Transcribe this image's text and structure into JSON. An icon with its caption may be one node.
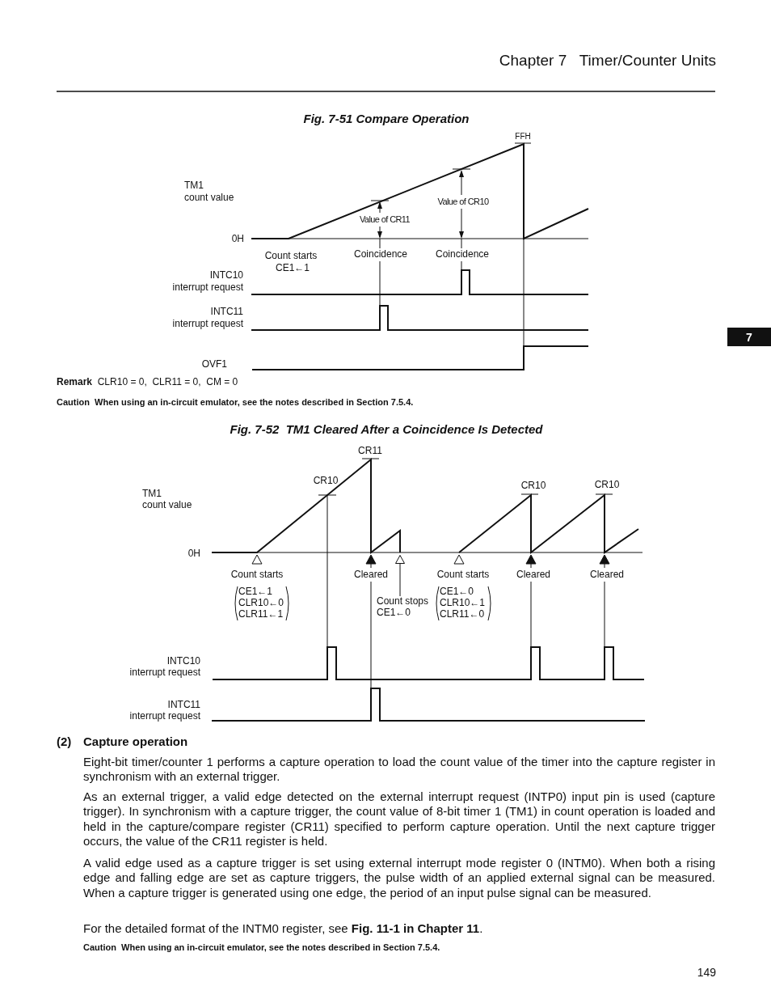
{
  "diagram": {
    "title": "Chapter 7   Timer/Counter Units",
    "nodes": [
      {
        "text": [
          "7"
        ]
      },
      {
        "text": [],
        "shape": "triangle"
      },
      {
        "text": [
          "Count stops",
          "CE1←0"
        ]
      }
    ],
    "edges": [
      {
        "from": 2,
        "to": 1,
        "arrow": "none"
      }
    ],
    "labels": [
      "Fig. 7-51  Compare Operation",
      "FFH",
      "TM1",
      "count value",
      "Value of CR10",
      "Value of CR11",
      "0H",
      "Count starts",
      "Coincidence",
      "Coincidence",
      "CE1←1",
      "INTC10",
      "interrupt request",
      "INTC11",
      "interrupt request",
      "OVF1",
      "**Remark**  CLR10 = 0,  CLR11 = 0,  CM = 0",
      "Caution  When using an in-circuit emulator, see the notes described in Section 7.5.4.",
      "Fig. 7-52  TM1 Cleared After a Coincidence Is Detected",
      "CR11",
      "CR10",
      "CR10",
      "CR10",
      "TM1",
      "count value",
      "0H",
      "Count starts",
      "Cleared",
      "Count starts",
      "Cleared",
      "Cleared",
      "CE1←1",
      "CE1←0",
      "CLR10←0",
      "CLR10←1",
      "CLR11←1",
      "CLR11←0",
      "INTC10",
      "interrupt request",
      "INTC11",
      "interrupt request",
      "(2)",
      "Capture operation",
      "Eight-bit timer/counter 1 performs a capture operation to load the count value of the timer into the capture register in synchronism with an external trigger.",
      "As an external trigger, a valid edge detected on the external interrupt request (INTP0) input pin is used (capture trigger).  In synchronism with a capture trigger, the count value of 8-bit timer 1 (TM1) in count operation is loaded and held in the capture/compare register (CR11) specified to perform capture operation.  Until the next capture trigger occurs, the value of the CR11 register is held.",
      "A valid edge used as a capture trigger is set using external interrupt mode register 0 (INTM0).  When both a rising edge and falling edge are set as capture triggers, the pulse width of an applied external signal can be measured.  When a capture trigger is generated using one edge, the period of an input pulse signal can be measured.",
      "For the detailed format of the INTM0 register, see **Fig. 11-1 in Chapter 11**.",
      "Caution  When using an in-circuit emulator, see the notes described in Section 7.5.4.",
      "149"
    ]
  }
}
